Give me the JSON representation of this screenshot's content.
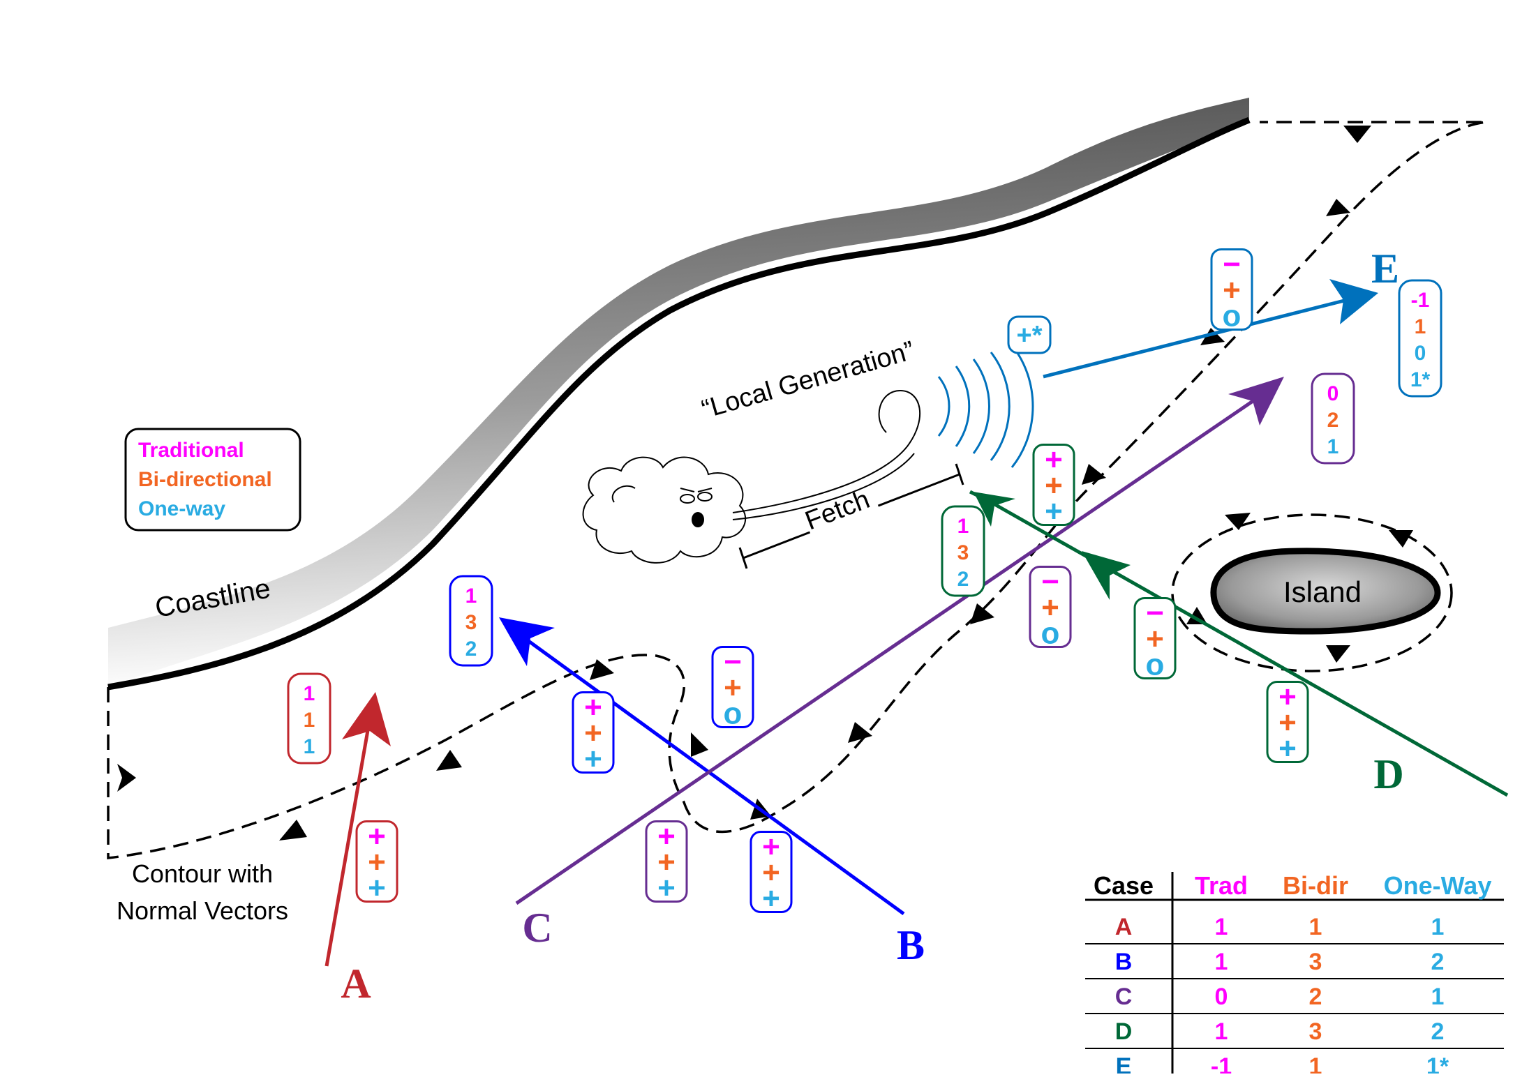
{
  "colors": {
    "traditional": "#ff00ff",
    "bidirectional": "#f26522",
    "oneway": "#29abe2",
    "A": "#c1272d",
    "B": "#0000ff",
    "C": "#662d91",
    "D": "#006837",
    "E": "#0071bc"
  },
  "legend": {
    "traditional": "Traditional",
    "bidirectional": "Bi-directional",
    "oneway": "One-way"
  },
  "labels": {
    "coastline": "Coastline",
    "island": "Island",
    "local_generation": "“Local Generation”",
    "fetch": "Fetch",
    "contour_line1": "Contour with",
    "contour_line2": "Normal Vectors"
  },
  "path_letters": {
    "A": "A",
    "B": "B",
    "C": "C",
    "D": "D",
    "E": "E"
  },
  "sign_symbols": {
    "plus": "+",
    "minus": "−",
    "zero": "o",
    "plus_star": "+*"
  },
  "crossing_badges": [
    {
      "id": "A",
      "signs": [
        "+",
        "+",
        "+"
      ]
    },
    {
      "id": "B1",
      "signs": [
        "+",
        "+",
        "+"
      ]
    },
    {
      "id": "B2",
      "signs": [
        "−",
        "+",
        "o"
      ]
    },
    {
      "id": "B3",
      "signs": [
        "+",
        "+",
        "+"
      ]
    },
    {
      "id": "C1",
      "signs": [
        "+",
        "+",
        "+"
      ]
    },
    {
      "id": "C2",
      "signs": [
        "−",
        "+",
        "o"
      ]
    },
    {
      "id": "C3",
      "signs": [
        "+",
        "+",
        "+"
      ]
    },
    {
      "id": "D1",
      "signs": [
        "−",
        "+",
        "o"
      ]
    },
    {
      "id": "D2",
      "signs": [
        "+",
        "+",
        "+"
      ]
    },
    {
      "id": "E1",
      "signs": [
        "−",
        "+",
        "o"
      ]
    },
    {
      "id": "E2",
      "signs": [
        "+*"
      ]
    }
  ],
  "count_badges": {
    "A": [
      "1",
      "1",
      "1"
    ],
    "B": [
      "1",
      "3",
      "2"
    ],
    "C": [
      "0",
      "2",
      "1"
    ],
    "D": [
      "1",
      "3",
      "2"
    ],
    "E": [
      "-1",
      "1",
      "0",
      "1*"
    ]
  },
  "table": {
    "headers": [
      "Case",
      "Trad",
      "Bi-dir",
      "One-Way"
    ],
    "rows": [
      {
        "case": "A",
        "trad": "1",
        "bidir": "1",
        "oneway": "1"
      },
      {
        "case": "B",
        "trad": "1",
        "bidir": "3",
        "oneway": "2"
      },
      {
        "case": "C",
        "trad": "0",
        "bidir": "2",
        "oneway": "1"
      },
      {
        "case": "D",
        "trad": "1",
        "bidir": "3",
        "oneway": "2"
      },
      {
        "case": "E",
        "trad": "-1",
        "bidir": "1",
        "oneway": "1*"
      }
    ]
  }
}
